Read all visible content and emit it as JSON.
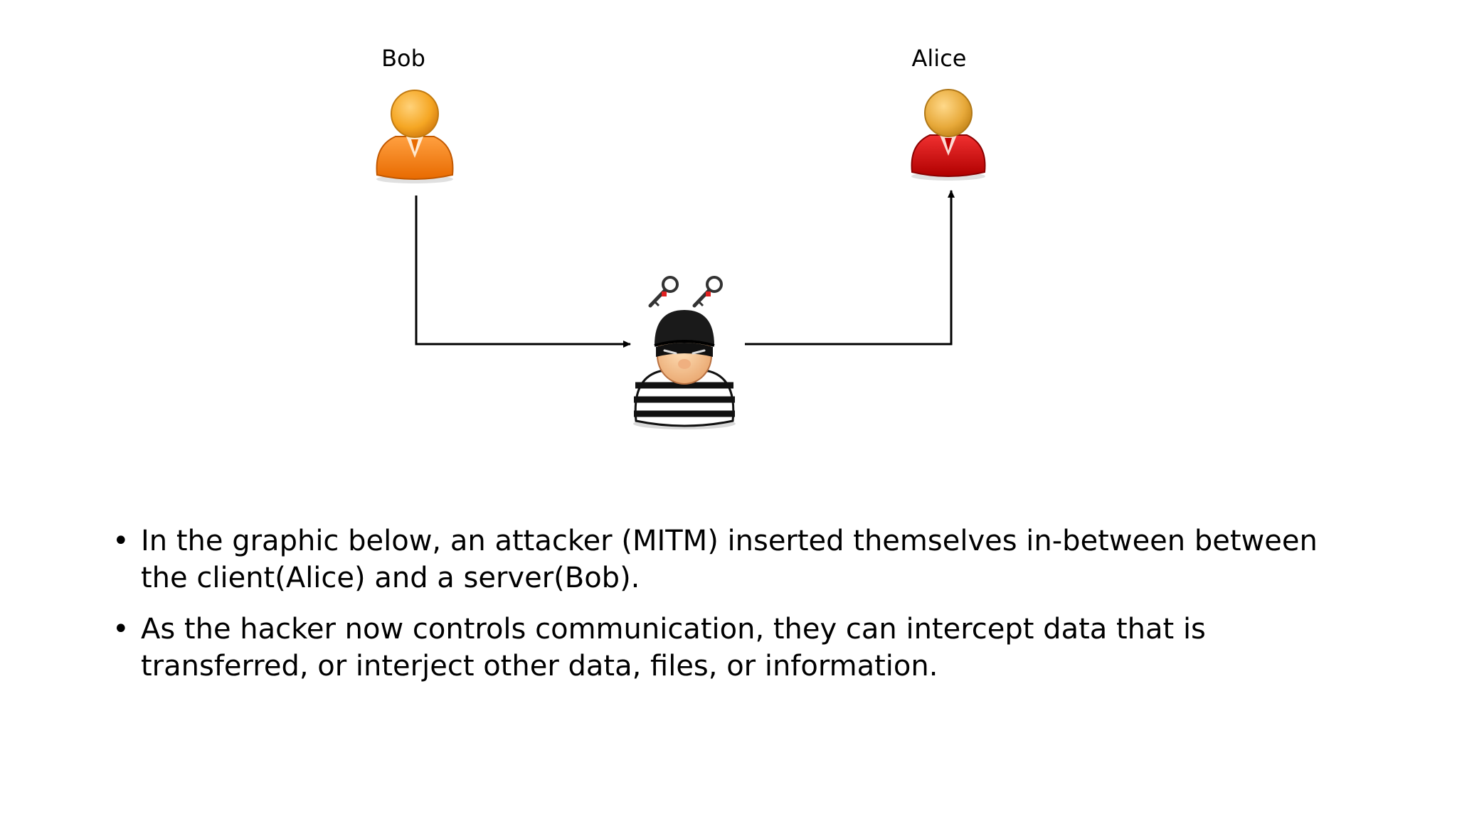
{
  "nodes": {
    "bob": {
      "label": "Bob",
      "color": "#F5831F"
    },
    "alice": {
      "label": "Alice",
      "color": "#D7191C"
    },
    "attacker": {
      "label": ""
    }
  },
  "edges": [
    {
      "from": "Bob",
      "to": "attacker"
    },
    {
      "from": "attacker",
      "to": "Alice"
    }
  ],
  "bullets": [
    "In the graphic below, an attacker (MITM) inserted themselves in-between between the client(Alice) and a server(Bob).",
    "As the hacker now controls communication, they can intercept data that is transferred, or interject other data, files, or information."
  ],
  "bullet_glyph": "•",
  "icons": {
    "bob": "user-icon",
    "alice": "user-icon",
    "attacker": "burglar-icon",
    "keys": "key-icon"
  }
}
